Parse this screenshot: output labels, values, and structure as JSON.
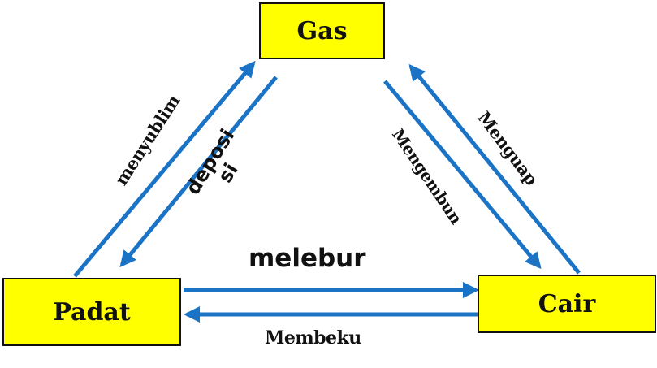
{
  "states": {
    "gas": "Gas",
    "padat": "Padat",
    "cair": "Cair"
  },
  "processes": {
    "menyublim": "menyublim",
    "deposisi_line1": "deposi",
    "deposisi_line2": "si",
    "mengembun": "Mengembun",
    "menguap": "Menguap",
    "melebur": "melebur",
    "membeku": "Membeku"
  },
  "colors": {
    "box_fill": "#ffff00",
    "arrow": "#1a73c4"
  }
}
